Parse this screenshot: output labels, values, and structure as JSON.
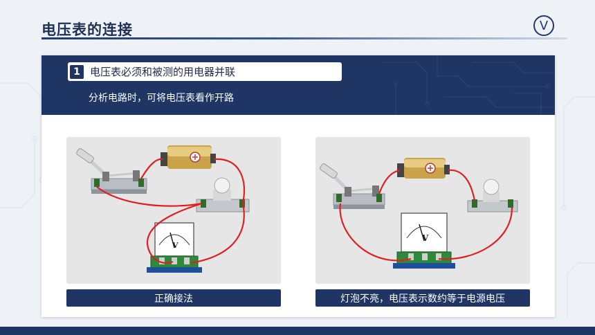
{
  "header": {
    "title": "电压表的连接",
    "badge": "V"
  },
  "banner": {
    "number": "1",
    "heading": "电压表必须和被测的用电器并联",
    "subtext": "分析电路时，可将电压表看作开路"
  },
  "figures": [
    {
      "caption": "正确接法",
      "meter_label": "V"
    },
    {
      "caption": "灯泡不亮，电压表示数约等于电源电压",
      "meter_label": "V"
    }
  ],
  "colors": {
    "navy": "#1f3563",
    "wire": "#e02020",
    "background": "#eef1f6"
  }
}
